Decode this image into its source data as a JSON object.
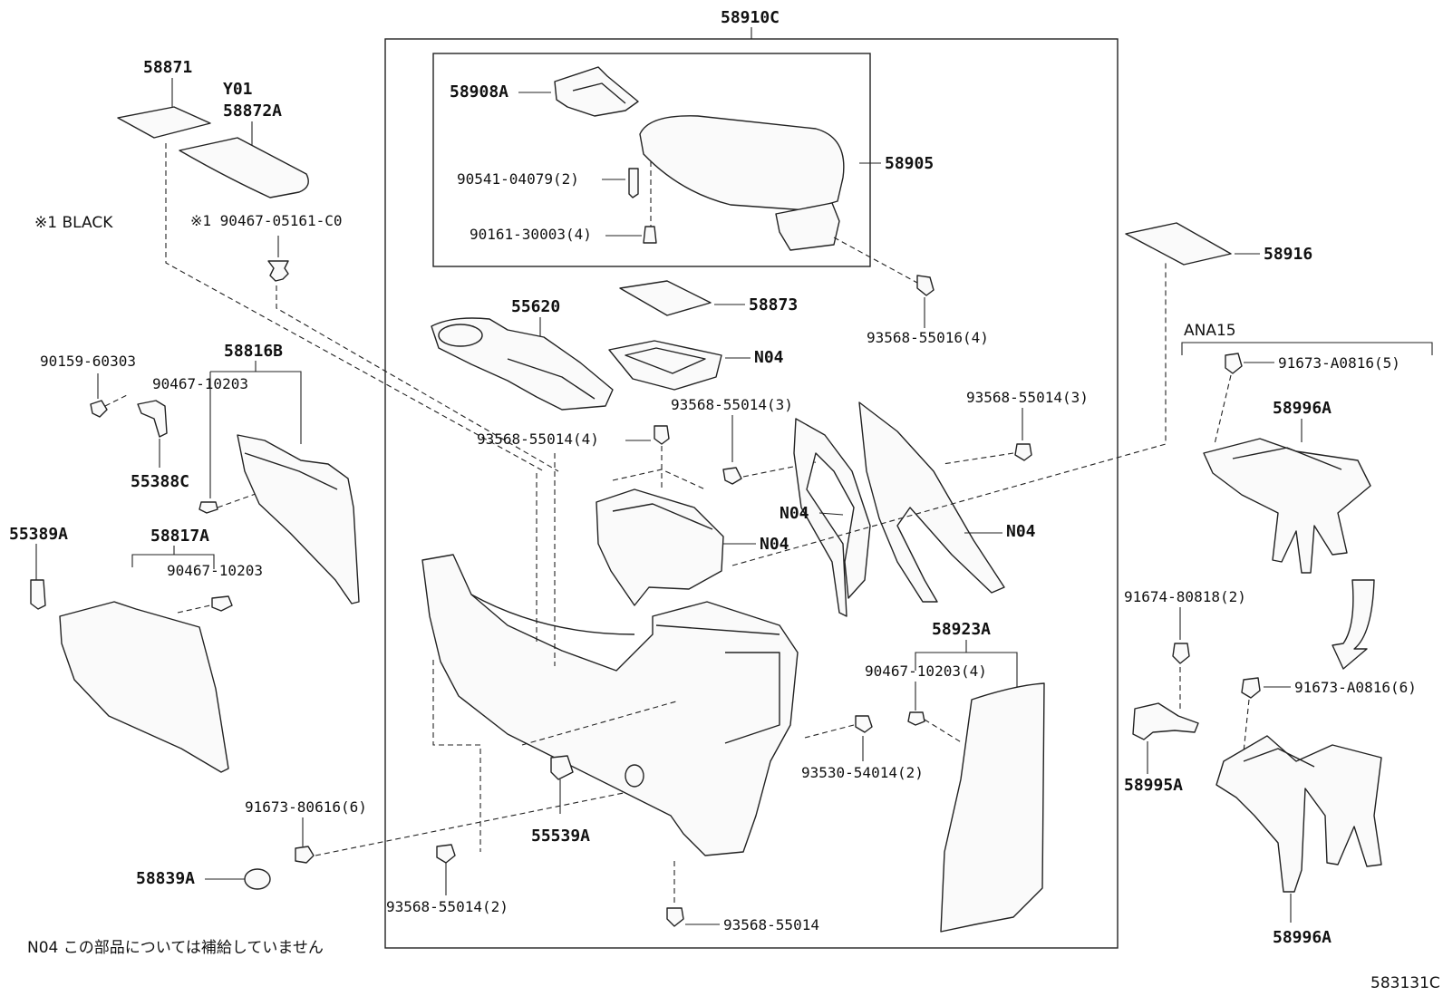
{
  "diagram_code": "583131C",
  "labels": {
    "p58910C": "58910C",
    "p58871": "58871",
    "pY01": "Y01",
    "p58872A": "58872A",
    "black_note": "※1 BLACK",
    "p90467_05161": "※1 90467-05161-C0",
    "p90159": "90159-60303",
    "p58816B": "58816B",
    "p90467_10203_a": "90467-10203",
    "p55388C": "55388C",
    "p55389A": "55389A",
    "p58817A": "58817A",
    "p90467_10203_b": "90467-10203",
    "p91673_80616": "91673-80616(6)",
    "p58839A": "58839A",
    "footnote": "N04 この部品については補給していません",
    "p58908A": "58908A",
    "p90541": "90541-04079(2)",
    "p90161": "90161-30003(4)",
    "p58905": "58905",
    "p55620": "55620",
    "p58873": "58873",
    "pN04_a": "N04",
    "p93568_4": "93568-55014(4)",
    "p93568_3a": "93568-55014(3)",
    "p93568_3b": "93568-55014(3)",
    "pN04_b": "N04",
    "pN04_c": "N04",
    "pN04_d": "N04",
    "p93568_55016": "93568-55016(4)",
    "p58916": "58916",
    "p58923A": "58923A",
    "p90467_10203_4": "90467-10203(4)",
    "p93530": "93530-54014(2)",
    "p55539A": "55539A",
    "p93568_2": "93568-55014(2)",
    "p93568_single": "93568-55014",
    "pANA15": "ANA15",
    "p91673_A0816_5": "91673-A0816(5)",
    "p58996A_top": "58996A",
    "p91674": "91674-80818(2)",
    "p91673_A0816_6": "91673-A0816(6)",
    "p58995A": "58995A",
    "p58996A_bottom": "58996A"
  }
}
